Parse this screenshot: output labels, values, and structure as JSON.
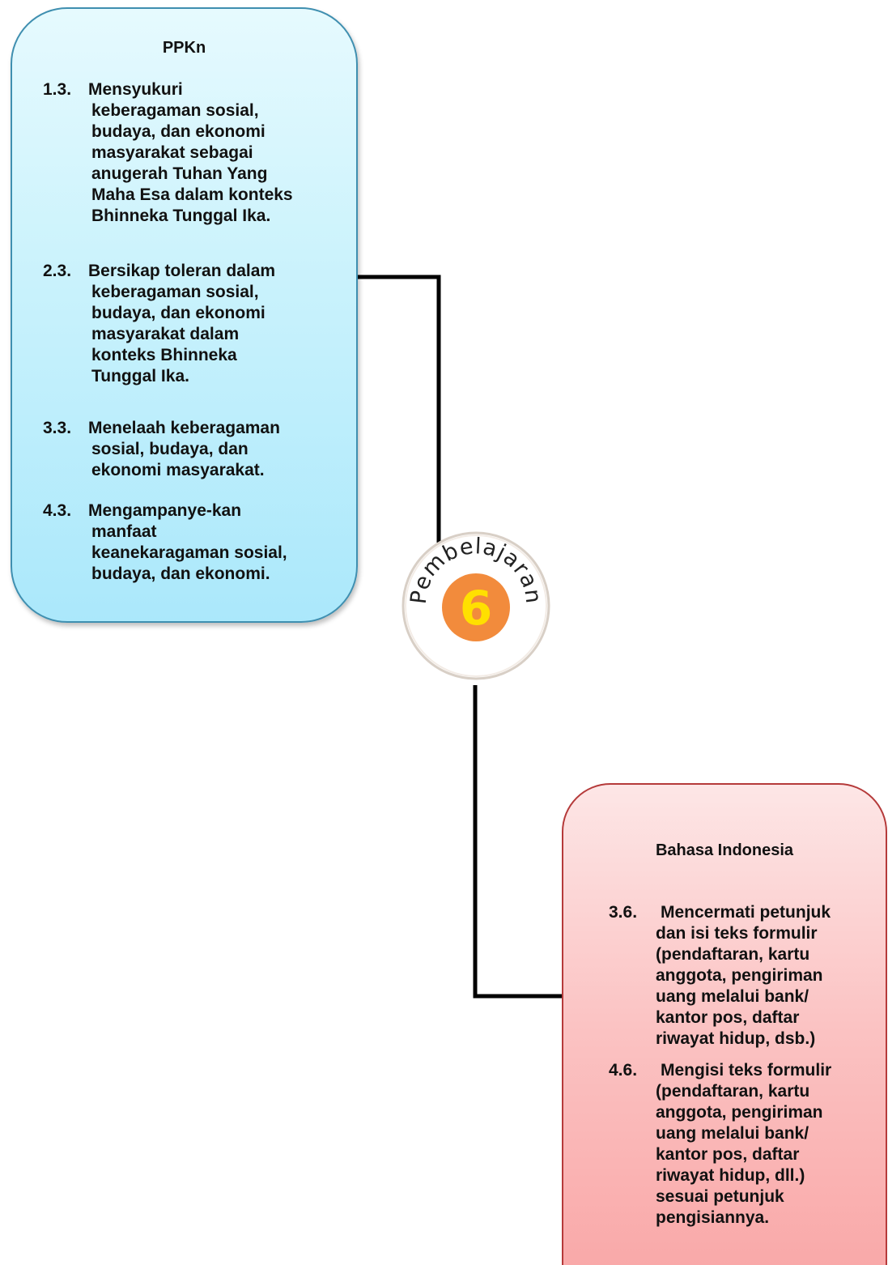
{
  "ppkn": {
    "title": "PPKn",
    "items": [
      {
        "number": "1.3.",
        "lines": [
          "Mensyukuri",
          "keberagaman sosial,",
          "budaya, dan ekonomi",
          "masyarakat sebagai",
          "anugerah Tuhan Yang",
          "Maha Esa dalam konteks",
          "Bhinneka Tunggal Ika."
        ]
      },
      {
        "number": "2.3.",
        "lines": [
          "Bersikap toleran dalam",
          "keberagaman sosial,",
          "budaya, dan ekonomi",
          "masyarakat dalam",
          "konteks Bhinneka",
          "Tunggal Ika."
        ]
      },
      {
        "number": "3.3.",
        "lines": [
          "Menelaah keberagaman",
          "sosial, budaya, dan",
          "ekonomi masyarakat."
        ]
      },
      {
        "number": "4.3.",
        "lines": [
          "Mengampanye-kan",
          "manfaat",
          "keanekaragaman sosial,",
          "budaya, dan ekonomi."
        ]
      }
    ]
  },
  "badge": {
    "label": "Pembelajaran",
    "number": "6"
  },
  "bahasa": {
    "title": "Bahasa Indonesia",
    "items": [
      {
        "number": "3.6.",
        "lines": [
          "Mencermati petunjuk",
          "dan isi teks formulir",
          "(pendaftaran, kartu",
          "anggota, pengiriman",
          "uang melalui bank/",
          "kantor pos, daftar",
          "riwayat hidup, dsb.)"
        ]
      },
      {
        "number": "4.6.",
        "lines": [
          "Mengisi teks formulir",
          "(pendaftaran, kartu",
          "anggota, pengiriman",
          "uang melalui bank/",
          "kantor pos, daftar",
          "riwayat hidup, dll.)",
          "sesuai petunjuk",
          "pengisiannya."
        ]
      }
    ]
  },
  "colors": {
    "ppkn_fill": "#c9f2fc",
    "ppkn_border": "#3f8fb0",
    "bahasa_fill": "#fbc3c3",
    "bahasa_border": "#b53a3a",
    "badge_orange": "#f28b3c",
    "badge_number": "#ffe000",
    "connector": "#000000"
  }
}
